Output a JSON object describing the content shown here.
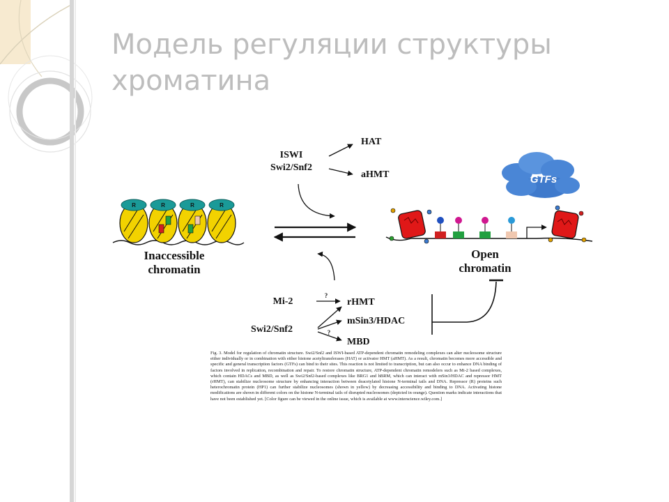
{
  "slide": {
    "title_line1": "Модель регуляции структуры",
    "title_line2": "хроматина"
  },
  "figure": {
    "top_complexes": [
      "ISWI",
      "Swi2/Snf2"
    ],
    "top_targets": [
      "HAT",
      "aHMT"
    ],
    "gtfs_label": "GTFs",
    "nucleosome_label": "R",
    "left_label": [
      "Inaccessible",
      "chromatin"
    ],
    "right_label": [
      "Open",
      "chromatin"
    ],
    "bottom_complexes": [
      "Mi-2",
      "Swi2/Snf2"
    ],
    "bottom_targets": [
      "rHMT",
      "mSin3/HDAC",
      "MBD"
    ],
    "question_mark": "?"
  },
  "caption": {
    "text": "Fig. 3. Model for regulation of chromatin structure. Swi2/Snf2 and ISWI-based ATP-dependent chromatin remodeling complexes can alter nucleosome structure either individually or in combination with either histone acetyltransferases (HAT) or activator HMT (aHMT). As a result, chromatin becomes more accessible and specific and general transcription factors (GTFs) can bind to their sites. This reaction is not limited to transcription, but can also occur to enhance DNA binding of factors involved in replication, recombination and repair. To restore chromatin structure, ATP-dependent chromatin remodelers such as Mi-2 based complexes, which contain HDACs and MBD, as well as Swi2/Snf2-based complexes like BRG1 and hBRM, which can interact with mSin3/HDAC and repressor HMT (rHMT), can stabilize nucleosome structure by enhancing interaction between deacetylated histone N-terminal tails and DNA. Repressor (R) proteins such heterochromatin protein (HP1) can further stabilize nucleosomes (shown in yellow) by decreasing accessibility and binding to DNA. Activating histone modifications are shown in different colors on the histone N-terminal tails of disrupted nucleosomes (depicted in orange). Question marks indicate interactions that have not been established yet. [Color figure can be viewed in the online issue, which is available at www.interscience.wiley.com.]"
  },
  "colors": {
    "title": "#bdbdbd",
    "nucleosome_yellow": "#f2d200",
    "repressor_teal": "#1a9a98",
    "nucleosome_red": "#e01818",
    "gtf_blue": "#4a86d6",
    "deco_gray": "#c8c8c8",
    "deco_cream": "#f7ead0"
  }
}
